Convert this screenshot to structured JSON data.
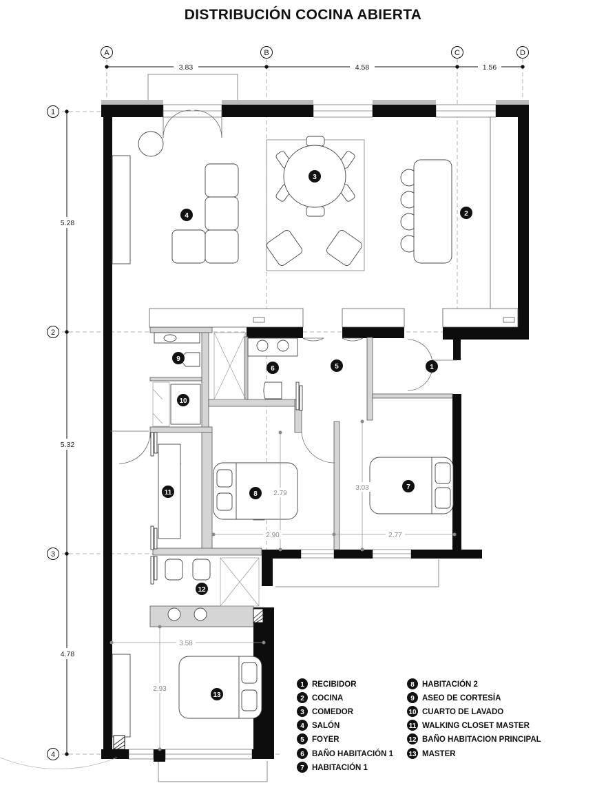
{
  "title": "DISTRIBUCIÓN COCINA ABIERTA",
  "grid": {
    "columns": [
      "A",
      "B",
      "C",
      "D"
    ],
    "rows": [
      "1",
      "2",
      "3",
      "4"
    ]
  },
  "dimensions": {
    "top": [
      "3.83",
      "4.58",
      "1.56"
    ],
    "left": [
      "5.28",
      "5.32",
      "4.78"
    ],
    "inner": [
      "2.79",
      "3.03",
      "2.90",
      "2.77",
      "3.58",
      "2.93"
    ]
  },
  "rooms": [
    {
      "number": "1",
      "name": "RECIBIDOR"
    },
    {
      "number": "2",
      "name": "COCINA"
    },
    {
      "number": "3",
      "name": "COMEDOR"
    },
    {
      "number": "4",
      "name": "SALÓN"
    },
    {
      "number": "5",
      "name": "FOYER"
    },
    {
      "number": "6",
      "name": "BAÑO HABITACIÓN 1"
    },
    {
      "number": "7",
      "name": "HABITACIÓN 1"
    },
    {
      "number": "8",
      "name": "HABITACIÓN 2"
    },
    {
      "number": "9",
      "name": "ASEO DE CORTESÍA"
    },
    {
      "number": "10",
      "name": "CUARTO DE LAVADO"
    },
    {
      "number": "11",
      "name": "WALKING CLOSET MASTER"
    },
    {
      "number": "12",
      "name": "BAÑO HABITACION PRINCIPAL"
    },
    {
      "number": "13",
      "name": "MASTER"
    }
  ]
}
